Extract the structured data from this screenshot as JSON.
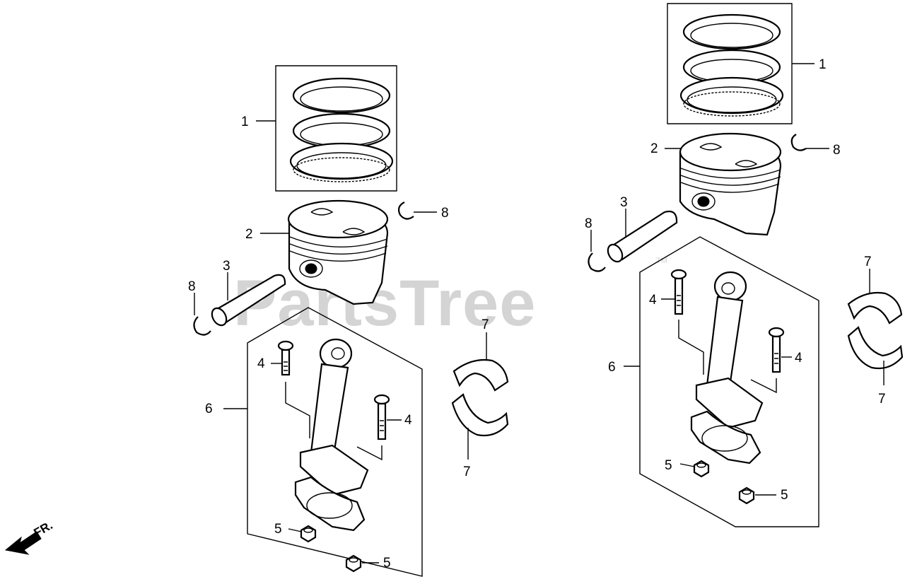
{
  "watermark": {
    "text": "PartsTree",
    "tm": "TM"
  },
  "direction_label": "FR.",
  "callouts": {
    "left": {
      "rings": "1",
      "piston": "2",
      "pin": "3",
      "clip_right": "8",
      "clip_left": "8",
      "bolt_left": "4",
      "bolt_right": "4",
      "rod_assembly": "6",
      "nut_upper": "5",
      "nut_lower": "5",
      "bearing_upper": "7",
      "bearing_lower": "7"
    },
    "right": {
      "rings": "1",
      "piston": "2",
      "pin": "3",
      "clip_right": "8",
      "clip_left": "8",
      "bolt_left": "4",
      "bolt_right": "4",
      "rod_assembly": "6",
      "nut_upper": "5",
      "nut_lower": "5",
      "bearing_upper": "7",
      "bearing_lower": "7"
    }
  }
}
